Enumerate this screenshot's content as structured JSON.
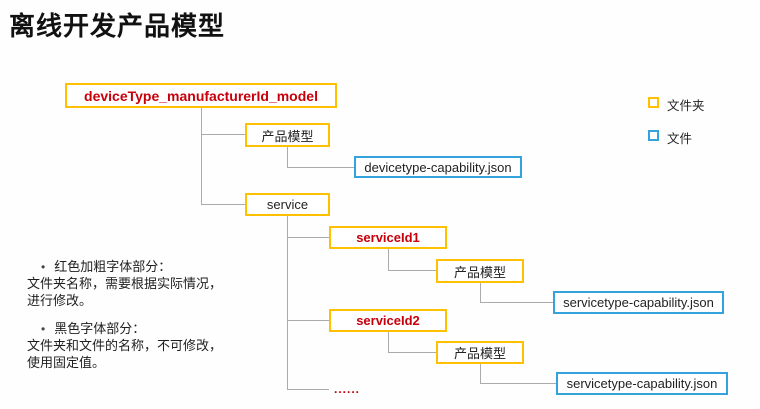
{
  "title": "离线开发产品模型",
  "colors": {
    "folder_border": "#FFC000",
    "file_border": "#35A3DB",
    "red_text": "#C7000B",
    "connector_line": "#ABABAB",
    "text": "#222222"
  },
  "tree": {
    "nodes": [
      {
        "id": "root",
        "label": "deviceType_manufacturerId_model",
        "kind": "folder",
        "emphasis": "red-bold"
      },
      {
        "id": "pm1",
        "label": "产品模型",
        "kind": "folder",
        "emphasis": "normal"
      },
      {
        "id": "file1",
        "label": "devicetype-capability.json",
        "kind": "file",
        "emphasis": "normal"
      },
      {
        "id": "service",
        "label": "service",
        "kind": "folder",
        "emphasis": "normal"
      },
      {
        "id": "sid1",
        "label": "serviceId1",
        "kind": "folder",
        "emphasis": "red-bold"
      },
      {
        "id": "pm2",
        "label": "产品模型",
        "kind": "folder",
        "emphasis": "normal"
      },
      {
        "id": "file2",
        "label": "servicetype-capability.json",
        "kind": "file",
        "emphasis": "normal"
      },
      {
        "id": "sid2",
        "label": "serviceId2",
        "kind": "folder",
        "emphasis": "red-bold"
      },
      {
        "id": "pm3",
        "label": "产品模型",
        "kind": "folder",
        "emphasis": "normal"
      },
      {
        "id": "file3",
        "label": "servicetype-capability.json",
        "kind": "file",
        "emphasis": "normal"
      },
      {
        "id": "more",
        "label": "......",
        "kind": "ellipsis",
        "emphasis": "red-bold"
      }
    ]
  },
  "legend": {
    "items": [
      {
        "label": "文件夹",
        "kind": "folder"
      },
      {
        "label": "文件",
        "kind": "file"
      }
    ]
  },
  "notes": [
    {
      "bullet": "•",
      "heading": "红色加粗字体部分：",
      "lines": [
        "文件夹名称，需要根据实际情况，",
        "进行修改。"
      ]
    },
    {
      "bullet": "•",
      "heading": "黑色字体部分：",
      "lines": [
        "文件夹和文件的名称，不可修改，",
        "使用固定值。"
      ]
    }
  ]
}
